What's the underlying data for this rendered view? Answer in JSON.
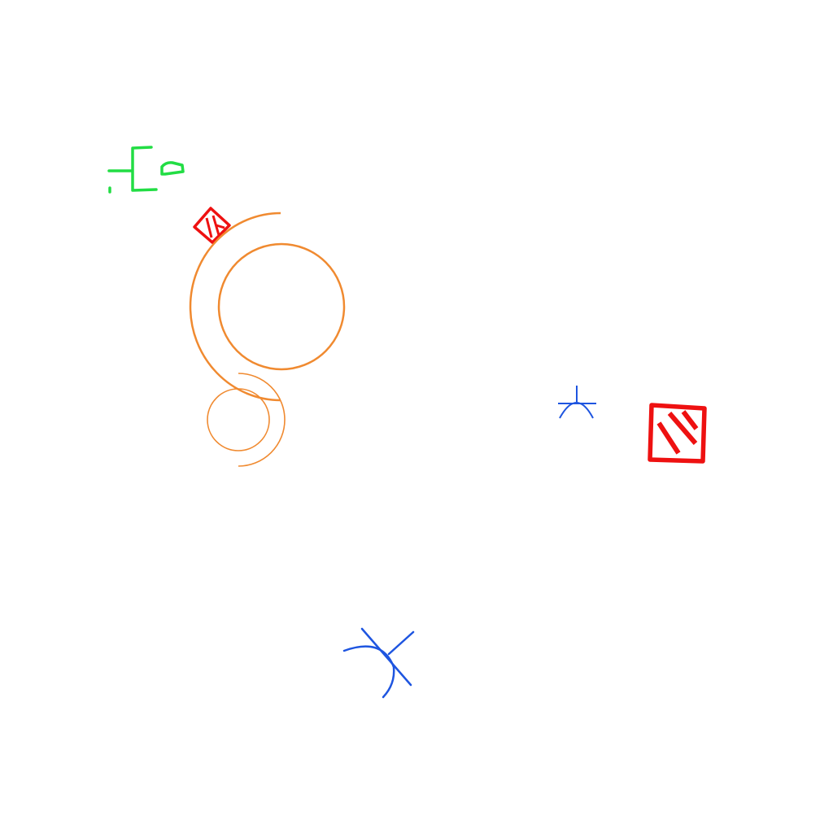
{
  "background": "#ffffff",
  "colors": {
    "green": "#22dd44",
    "red": "#ee1111",
    "orange": "#f08a30",
    "blue": "#1e55e0"
  },
  "symbols": [
    {
      "name": "green-bracket-symbol",
      "icon": "bracket-capsule-icon",
      "color": "green"
    },
    {
      "name": "small-red-diamond-symbol",
      "icon": "hatched-diamond-icon",
      "color": "red"
    },
    {
      "name": "large-orange-circle-arc-symbol",
      "icon": "circle-with-arc-icon",
      "color": "orange"
    },
    {
      "name": "small-orange-circle-arc-symbol",
      "icon": "circle-with-arc-icon",
      "color": "orange"
    },
    {
      "name": "small-blue-arc-cross-symbol",
      "icon": "arc-cross-icon",
      "color": "blue"
    },
    {
      "name": "large-red-hatched-square-symbol",
      "icon": "hatched-square-icon",
      "color": "red"
    },
    {
      "name": "large-blue-arc-cross-symbol",
      "icon": "arc-cross-icon",
      "color": "blue"
    }
  ]
}
